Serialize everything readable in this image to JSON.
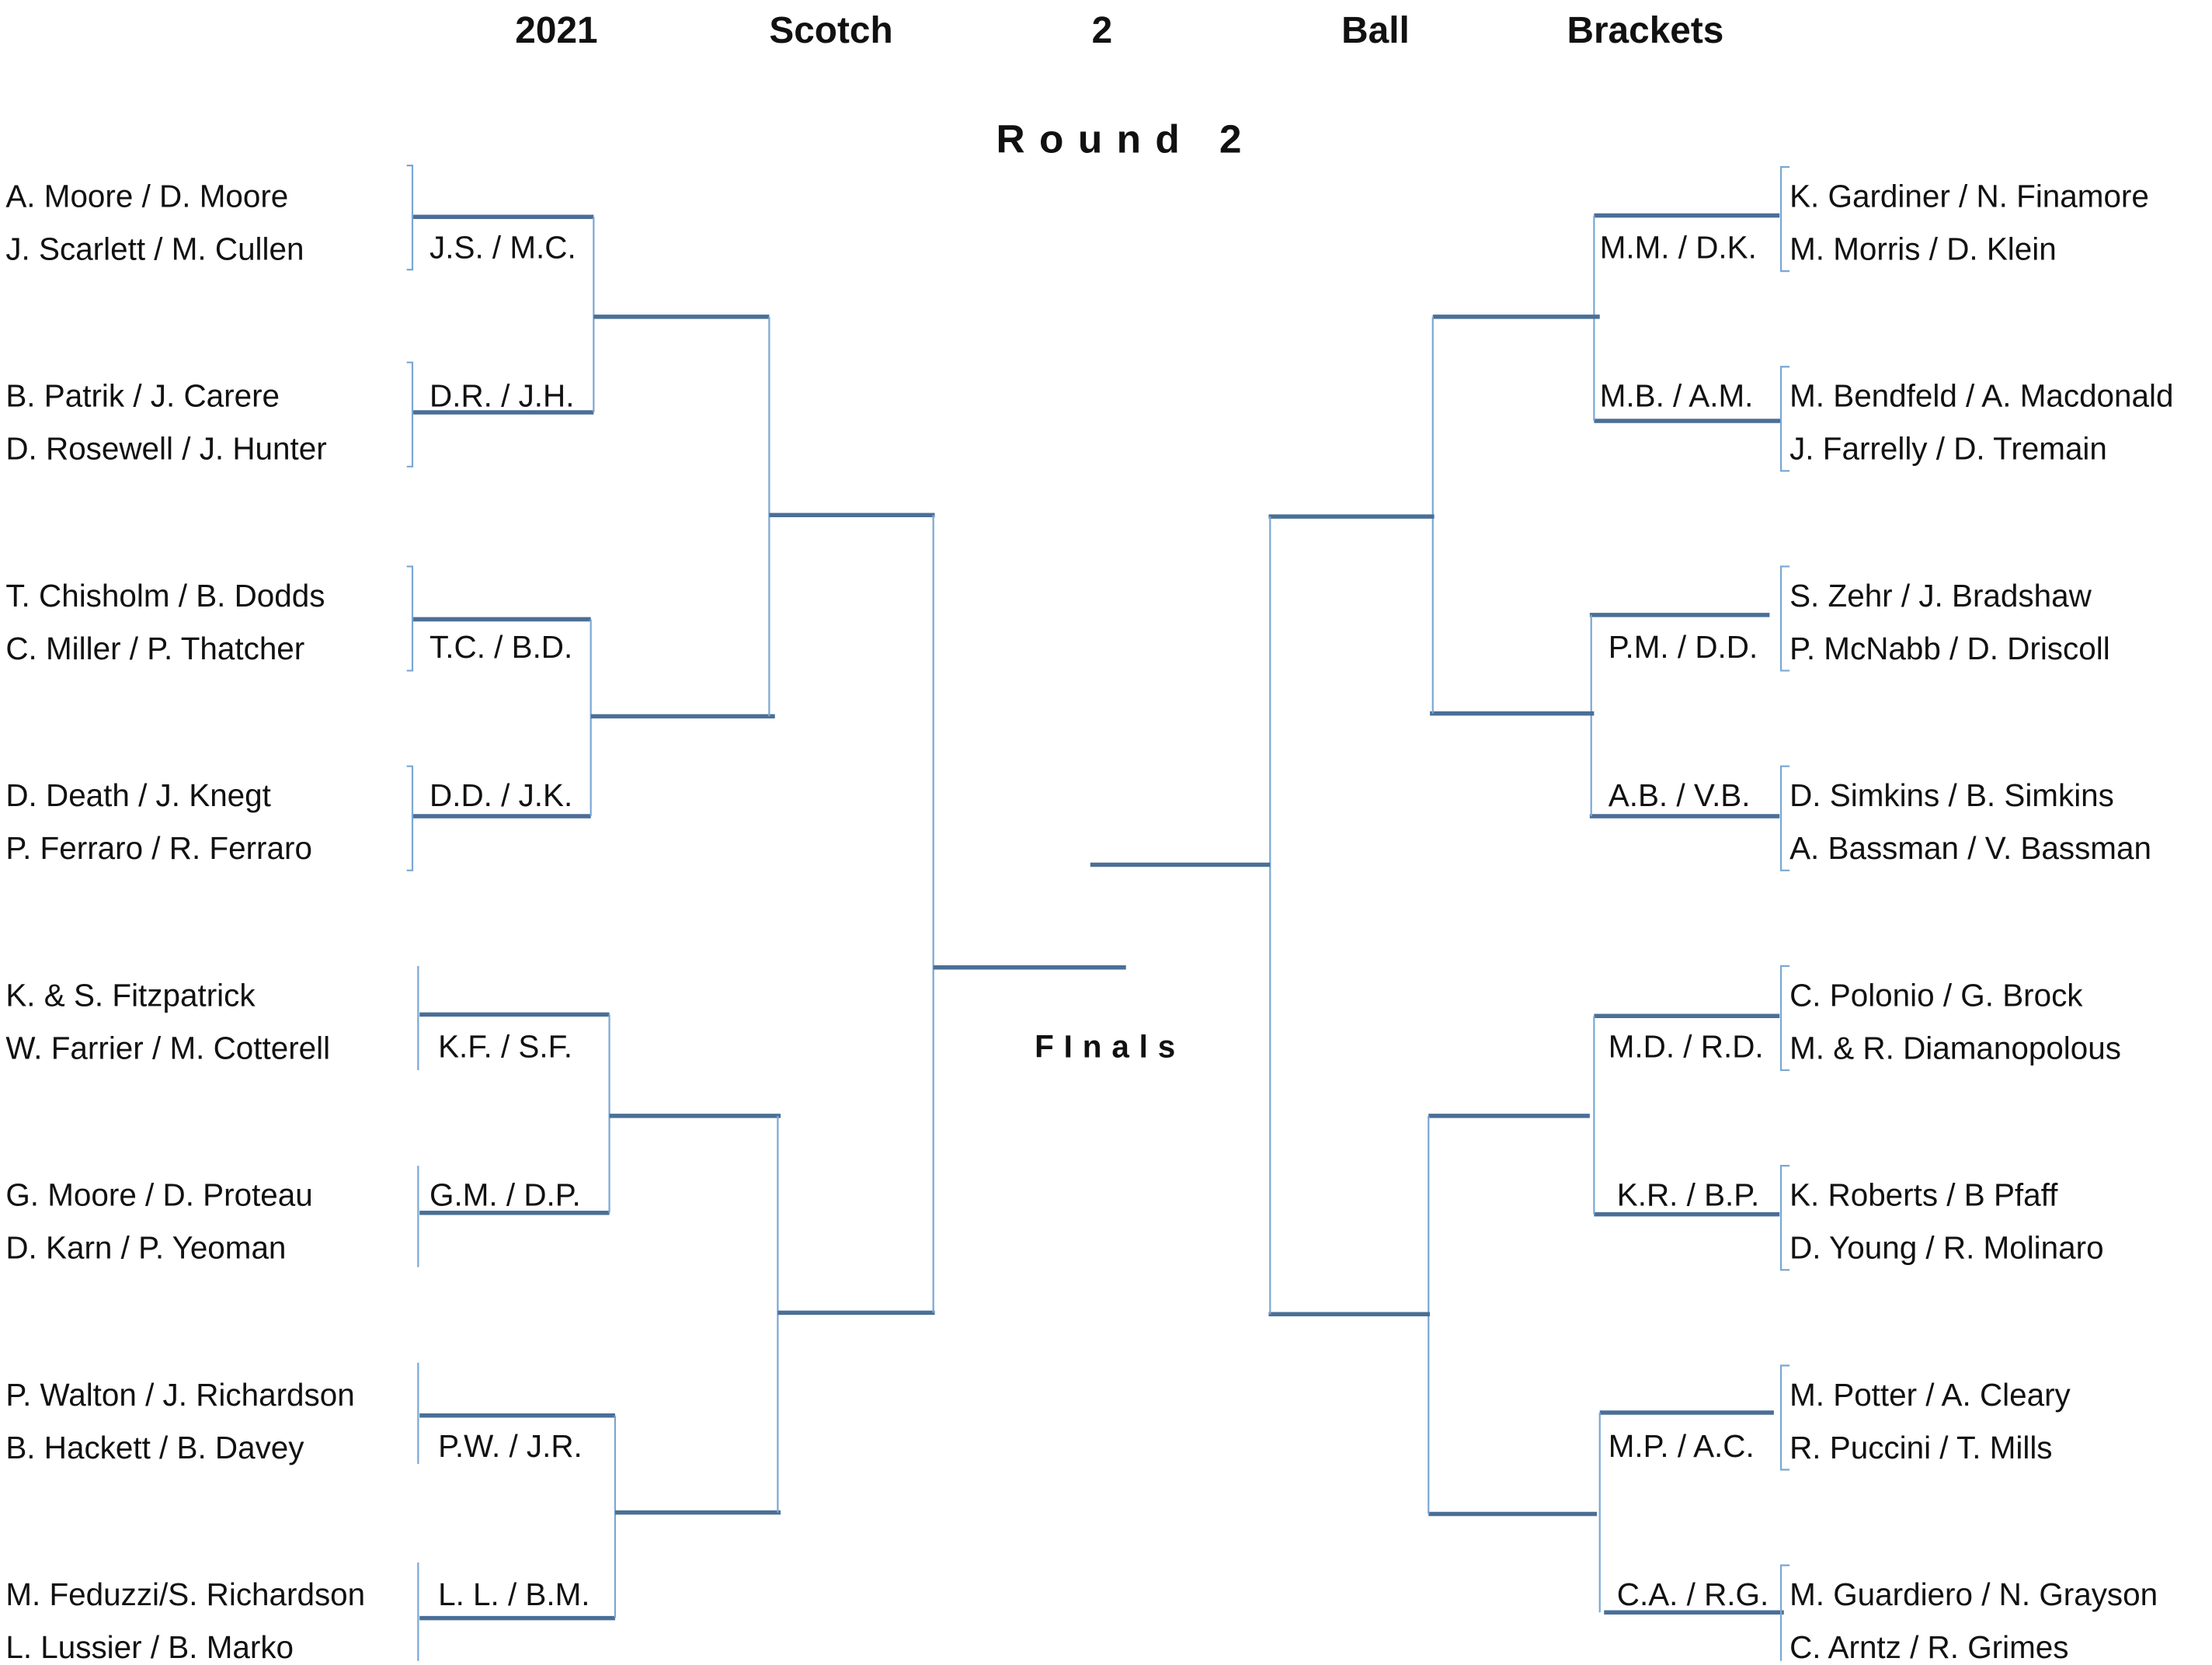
{
  "title_words": [
    "2021",
    "Scotch",
    "2",
    "Ball",
    "Brackets"
  ],
  "round_label": "Round 2",
  "finals_label": "FInals",
  "colors": {
    "thick_line": "#4a6f96",
    "thin_line": "#7aa7d4",
    "text": "#111111"
  },
  "left_teams": [
    "A. Moore / D. Moore",
    "J. Scarlett / M. Cullen",
    "B. Patrik / J. Carere",
    "D. Rosewell / J. Hunter",
    "T. Chisholm / B. Dodds",
    "C. Miller / P. Thatcher",
    "D. Death / J. Knegt",
    "P. Ferraro / R. Ferraro",
    "K. &  S.  Fitzpatrick",
    "W. Farrier / M. Cotterell",
    "G. Moore / D. Proteau",
    "D. Karn / P. Yeoman",
    "P. Walton / J. Richardson",
    "B. Hackett / B. Davey",
    "M. Feduzzi/S. Richardson",
    "L. Lussier / B. Marko"
  ],
  "left_winners": [
    "J.S. / M.C.",
    "D.R. / J.H.",
    "T.C. / B.D.",
    "D.D. / J.K.",
    "K.F. / S.F.",
    "G.M. / D.P.",
    "P.W. / J.R.",
    "L. L. / B.M."
  ],
  "right_teams": [
    "K. Gardiner / N. Finamore",
    "M. Morris / D. Klein",
    "M. Bendfeld / A. Macdonald",
    "J. Farrelly / D. Tremain",
    "S. Zehr / J. Bradshaw",
    "P. McNabb / D. Driscoll",
    "D. Simkins / B. Simkins",
    "A. Bassman / V. Bassman",
    "C. Polonio / G. Brock",
    "M. &  R. Diamanopolous",
    "K. Roberts / B Pfaff",
    "D. Young / R. Molinaro",
    "M. Potter / A. Cleary",
    "R. Puccini / T. Mills",
    "M. Guardiero / N. Grayson",
    "C. Arntz / R. Grimes"
  ],
  "right_winners": [
    "M.M. / D.K.",
    "M.B. / A.M.",
    "P.M. / D.D.",
    "A.B. / V.B.",
    "M.D. / R.D.",
    "K.R. / B.P.",
    "M.P. / A.C.",
    "C.A. / R.G."
  ]
}
